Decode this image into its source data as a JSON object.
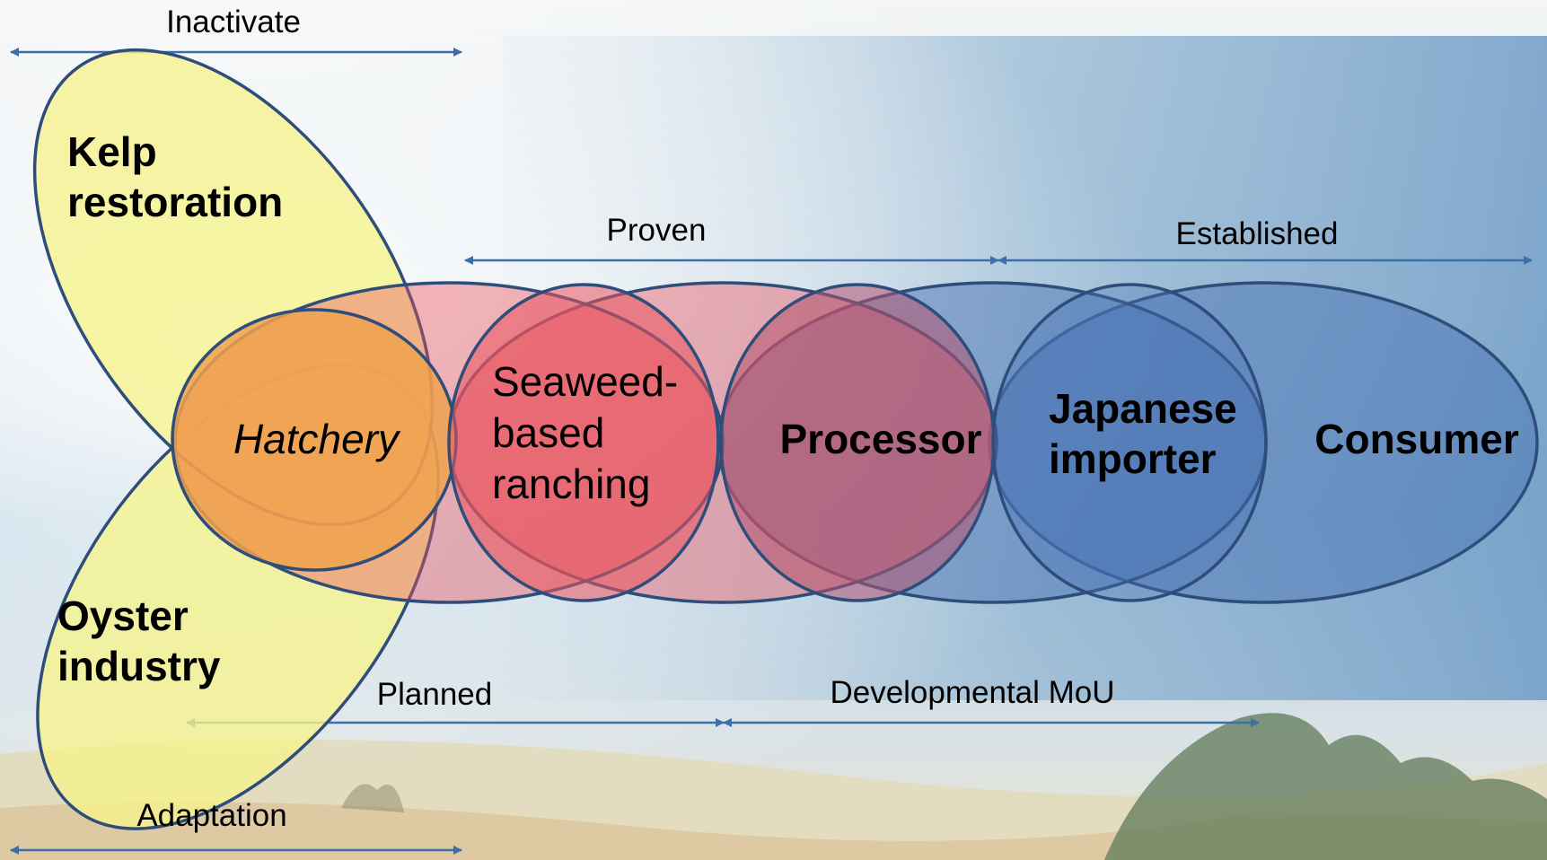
{
  "colors": {
    "kelp_fill": "#f6f48c",
    "oyster_fill": "#f6f48c",
    "hatchery_fill": "#f0a24e",
    "seaweed_fill": "#e9535e",
    "processor_fill": "#b4536f",
    "blue_fill": "#4a74b4",
    "outline": "#2f4d7a",
    "arrow": "#3c6ea8"
  },
  "icons": {
    "arrow_end": "arrowhead-icon",
    "scene": "coastal-painting-background"
  },
  "scales": {
    "inactivate": "Inactivate",
    "proven": "Proven",
    "established": "Established",
    "planned": "Planned",
    "developmental": "Developmental MoU",
    "adaptation": "Adaptation"
  },
  "nodes": {
    "kelp": [
      "Kelp",
      "restoration"
    ],
    "oyster": [
      "Oyster",
      "industry"
    ],
    "hatchery": "Hatchery",
    "seaweed": [
      "Seaweed-",
      "based",
      "ranching"
    ],
    "processor": "Processor",
    "importer": [
      "Japanese",
      "importer"
    ],
    "consumer": "Consumer"
  }
}
